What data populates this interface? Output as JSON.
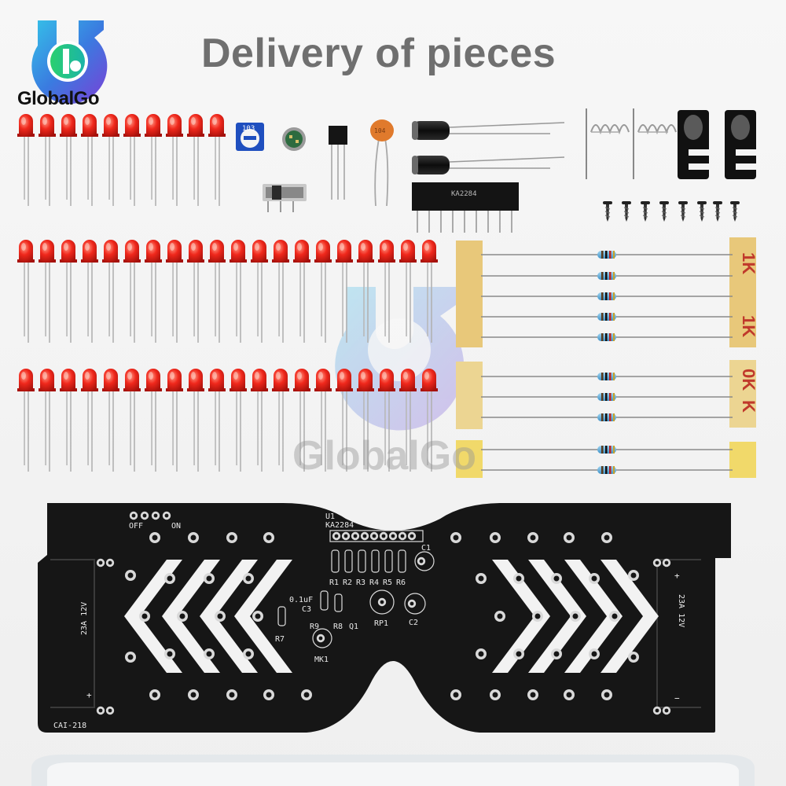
{
  "header": {
    "brand": "GlobalGo",
    "title": "Delivery of pieces",
    "watermark": "GlobalGo"
  },
  "components": {
    "potentiometer_code": "103",
    "capacitor_label": "104",
    "ic_label": "KA2284",
    "tape_labels": [
      "1K",
      "1K",
      "0K",
      "K"
    ]
  },
  "pcb": {
    "switch_off": "OFF",
    "switch_on": "ON",
    "ic_ref": "U1",
    "ic_name": "KA2284",
    "resistors": [
      "R1",
      "R2",
      "R3",
      "R4",
      "R5",
      "R6"
    ],
    "cap_value": "0.1uF",
    "c3": "C3",
    "c1": "C1",
    "c2": "C2",
    "rp1": "RP1",
    "r7": "R7",
    "r8": "R8",
    "r9": "R9",
    "q1": "Q1",
    "mk1": "MK1",
    "battery_left": "23A 12V",
    "battery_right": "23A 12V",
    "plus": "+",
    "minus": "−",
    "board_id": "CAI-218"
  },
  "colors": {
    "led_red": "#e8261e",
    "pcb_black": "#161616",
    "lead_silver": "#a9a9a9",
    "tape_paper": "#e8c87a",
    "tape_yellow": "#f1d96a"
  }
}
